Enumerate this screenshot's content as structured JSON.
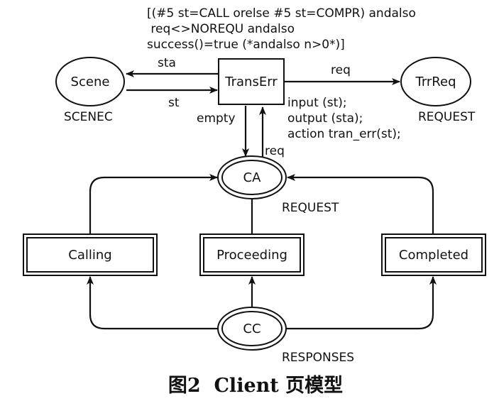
{
  "guard": {
    "line1": "[(#5 st=CALL orelse #5 st=COMPR) andalso",
    "line2": " req<>NOREQU andalso",
    "line3": "success()=true (*andalso n>0*)]"
  },
  "transitions": {
    "transerr": "TransErr",
    "calling": "Calling",
    "proceeding": "Proceeding",
    "completed": "Completed"
  },
  "places": {
    "scene": {
      "name": "Scene",
      "type": "SCENEC"
    },
    "trrreq": {
      "name": "TrrReq",
      "type": "REQUEST"
    },
    "ca": {
      "name": "CA",
      "type": "REQUEST"
    },
    "cc": {
      "name": "CC",
      "type": "RESPONSES"
    }
  },
  "arc_labels": {
    "sta": "sta",
    "st": "st",
    "req_out": "req",
    "empty": "empty",
    "req_in": "req"
  },
  "code": {
    "line1": "input (st);",
    "line2": "output (sta);",
    "line3": "action tran_err(st);"
  },
  "caption": "图2  Client 页模型"
}
